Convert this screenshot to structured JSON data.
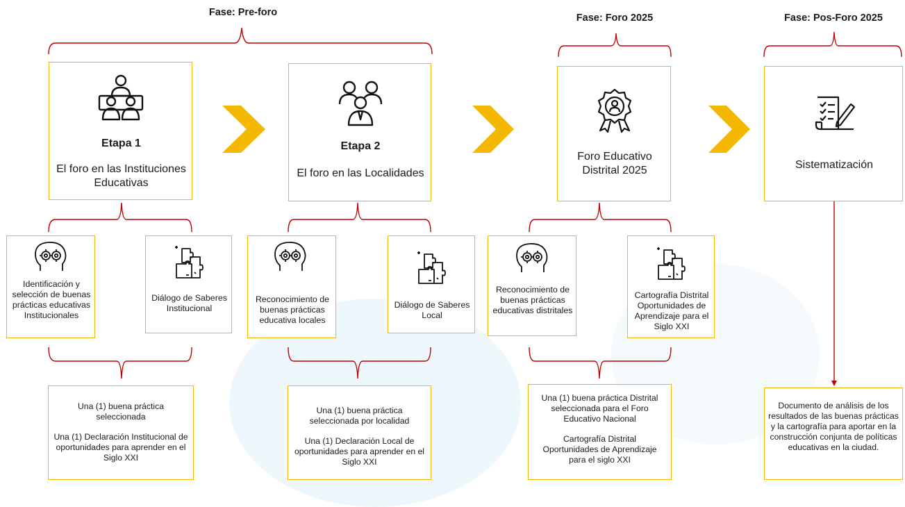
{
  "phases": {
    "preforo": "Fase: Pre-foro",
    "foro": "Fase: Foro 2025",
    "posforo": "Fase: Pos-Foro 2025"
  },
  "stages": {
    "etapa1": {
      "title": "Etapa 1",
      "text": "El foro en las Instituciones Educativas"
    },
    "etapa2": {
      "title": "Etapa 2",
      "text": "El foro en las Localidades"
    },
    "foro": {
      "text": "Foro Educativo Distrital 2025"
    },
    "sistematizacion": {
      "text": "Sistematización"
    }
  },
  "activities": {
    "a1": "Identificación y selección de buenas prácticas educativas Institucionales",
    "a2": "Diálogo de Saberes Institucional",
    "a3": "Reconocimiento de buenas prácticas educativa locales",
    "a4": "Diálogo de Saberes Local",
    "a5": "Reconocimiento de buenas prácticas educativas distritales",
    "a6": "Cartografía Distrital Oportunidades de Aprendizaje para el Siglo XXI"
  },
  "outputs": {
    "o1a": "Una (1) buena práctica seleccionada",
    "o1b": "Una (1) Declaración Institucional de oportunidades para aprender en el Siglo XXI",
    "o2a": "Una (1) buena práctica seleccionada por localidad",
    "o2b": "Una (1) Declaración Local de oportunidades para aprender en el Siglo XXI",
    "o3a": "Una (1) buena práctica Distrital seleccionada para el Foro Educativo Nacional",
    "o3b": "Cartografía Distrital Oportunidades de Aprendizaje para el siglo XXI",
    "o4": "Documento de análisis de los resultados de las buenas prácticas y la cartografía para aportar en la construcción conjunta de políticas educativas en la ciudad."
  },
  "colors": {
    "accent": "#f5b800",
    "bracket": "#c00000",
    "arrow": "#f5b800"
  },
  "icons": [
    "meeting-icon",
    "group-icon",
    "award-icon",
    "checklist-icon",
    "gears-head-icon",
    "puzzle-icon"
  ]
}
